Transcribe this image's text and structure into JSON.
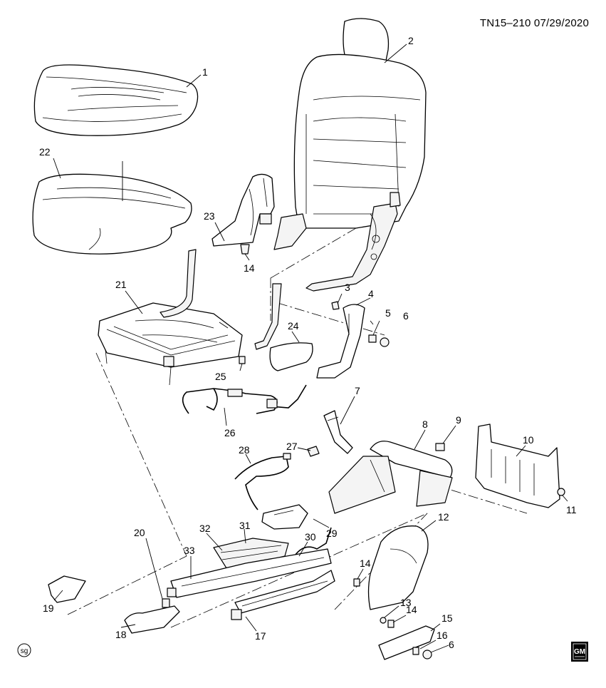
{
  "header": {
    "code": "TN15–210",
    "date": "07/29/2020"
  },
  "callouts": [
    "1",
    "2",
    "3",
    "4",
    "5",
    "6",
    "6",
    "7",
    "8",
    "9",
    "10",
    "11",
    "12",
    "13",
    "14",
    "14",
    "14",
    "15",
    "16",
    "17",
    "18",
    "19",
    "20",
    "21",
    "22",
    "23",
    "24",
    "25",
    "26",
    "27",
    "28",
    "29",
    "30",
    "31",
    "32",
    "33"
  ],
  "marks": {
    "sg_badge": "sg",
    "gm_logo": "GM"
  }
}
